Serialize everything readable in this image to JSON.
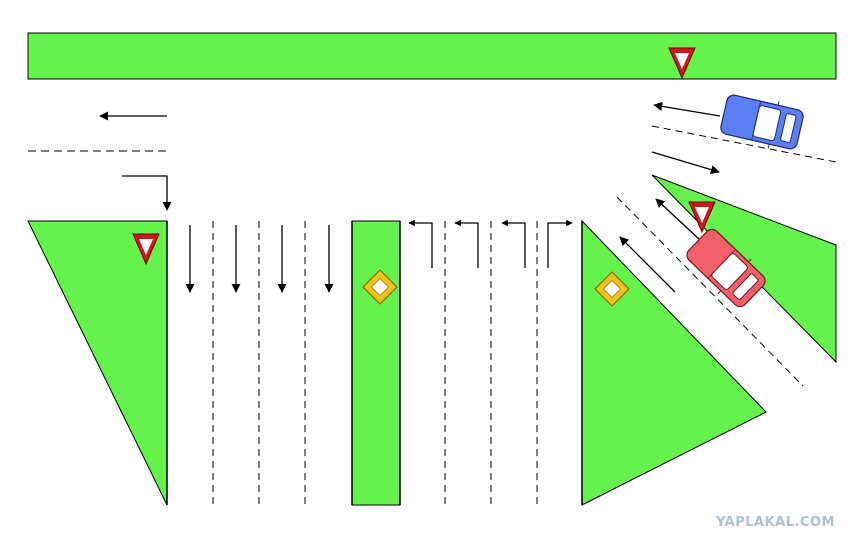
{
  "watermark": "YAPLAKAL.COM",
  "colors": {
    "grass": "#66f24d",
    "yield_red": "#cc1a1a",
    "priority_yellow": "#f2c21a",
    "car_blue": "#5b7ff2",
    "car_red": "#f2606a",
    "line": "#000000"
  },
  "signs": [
    {
      "type": "yield"
    },
    {
      "type": "yield"
    },
    {
      "type": "yield"
    },
    {
      "type": "priority-road"
    },
    {
      "type": "priority-road"
    }
  ],
  "vehicles": [
    {
      "color": "blue"
    },
    {
      "color": "red"
    }
  ]
}
